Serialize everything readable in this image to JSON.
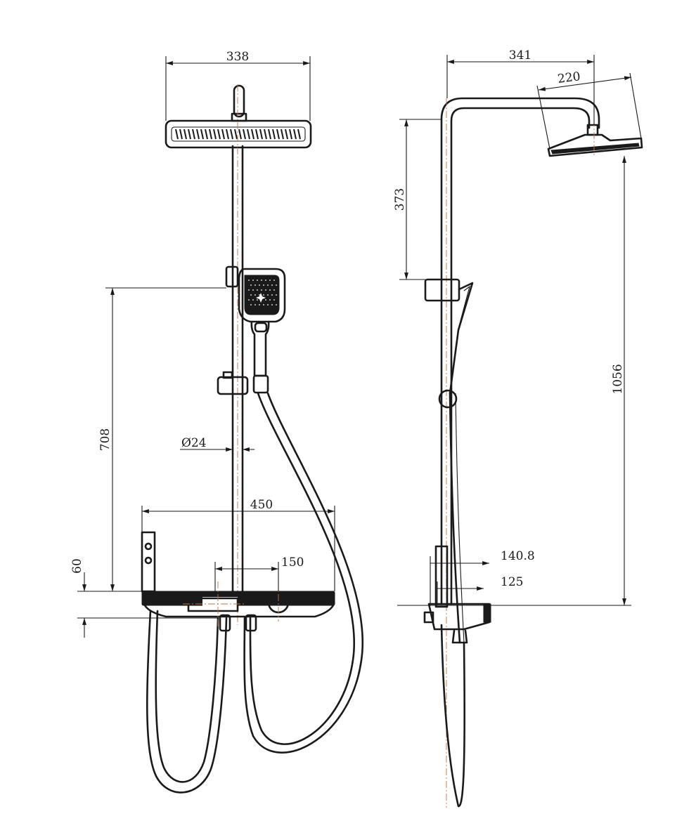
{
  "diagram": {
    "front_view": {
      "dimensions": {
        "head_width": "338",
        "handshower_height": "708",
        "pipe_diameter": "Ø24",
        "shelf_width": "450",
        "center_spacing": "150",
        "shelf_thickness": "60"
      }
    },
    "side_view": {
      "dimensions": {
        "arm_reach": "341",
        "head_depth": "220",
        "holder_to_top": "373",
        "overall_height": "1056",
        "valve_depth": "140.8",
        "wall_offset": "125"
      }
    }
  }
}
